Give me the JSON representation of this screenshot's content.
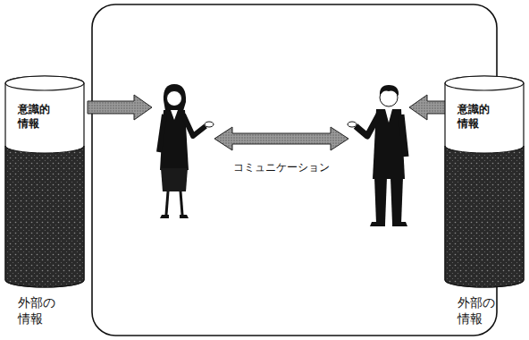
{
  "diagram": {
    "nodes": [
      {
        "text": [
          "意識的 情報",
          "外部の 情報"
        ]
      },
      {
        "text": [
          "意識的 情報",
          "外部の 情報"
        ]
      }
    ],
    "labels": [
      "コミュニケーション"
    ]
  }
}
